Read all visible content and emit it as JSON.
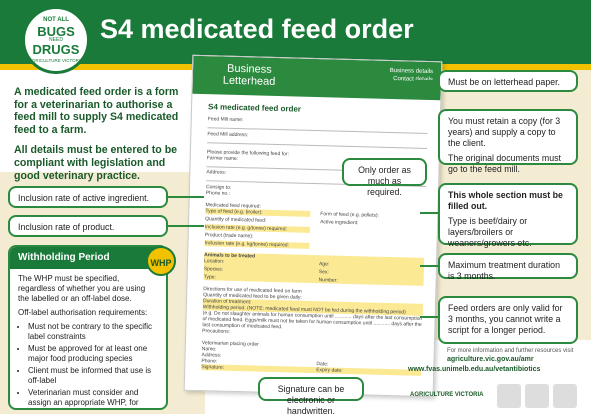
{
  "header": {
    "title": "S4 medicated feed order"
  },
  "logo": {
    "line1": "NOT ALL",
    "line2": "BUGS",
    "line3": "NEED",
    "line4": "DRUGS",
    "line5": "AGRICULTURE VICTORIA"
  },
  "intro": {
    "p1": "A medicated feed order is a form for a veterinarian to authorise a feed mill to supply S4 medicated feed to a farm.",
    "p2": "All details must be entered to be compliant with legislation and good veterinary practice."
  },
  "left_callouts": [
    "Inclusion rate of active ingredient.",
    "Inclusion rate of product."
  ],
  "whp": {
    "title": "Withholding Period",
    "badge": "WHP",
    "p1": "The WHP must be specified, regardless of whether you are using the labelled or an off-label dose.",
    "p2": "Off-label authorisation requirements:",
    "bullets": [
      "Must not be contrary to the specific label constraints",
      "Must be approved for at least one major food producing species",
      "Client must be informed that use is off-label",
      "Veterinarian must consider and assign an appropriate WHP, for which they are legally responsible if that proves to be inadequate."
    ]
  },
  "right_callouts": {
    "letterhead": "Must be on letterhead paper.",
    "copy": "You must retain a copy (for 3 years) and supply a copy to the client.",
    "original": "The original documents must go to the feed mill.",
    "section_title": "This whole section must be filled out.",
    "section_body": "Type is beef/dairy or layers/broilers or weaners/growers etc.",
    "max_treatment": "Maximum treatment duration is 3 months.",
    "validity": "Feed orders are only valid for 3 months, you cannot write a script for a longer period.",
    "only_order": "Only order as much as required.",
    "signature": "Signature can be electronic or handwritten."
  },
  "form": {
    "head_title_1": "Business",
    "head_title_2": "Letterhead",
    "head_right_1": "Business details",
    "head_right_2": "Contact details",
    "title": "S4 medicated feed order",
    "feed_mill_name": "Feed Mill name:",
    "feed_mill_address": "Feed Mill address:",
    "provide": "Please provide the following feed for:",
    "farmer_name": "Farmer name:",
    "address": "Address:",
    "consign_to": "Consign to:",
    "phone": "Phone no.:",
    "medicated_feed_required": "Medicated feed required:",
    "type_of_feed": "Type of feed (e.g. broiler):",
    "qty_feed": "Quantity of medicated feed:",
    "inclusion_rate": "Inclusion rate (e.g. g/tonne) required:",
    "product_name": "Product (trade name):",
    "inclusion_rate2": "Inclusion rate (e.g. kg/tonne) required:",
    "form_of_feed": "Form of feed (e.g. pellets):",
    "active_ingredient": "Active ingredient:",
    "animals_treated": "Animals to be treated",
    "location": "Location:",
    "species": "Species:",
    "type": "Type:",
    "age": "Age:",
    "sex": "Sex:",
    "number": "Number:",
    "directions": "Directions for use of medicated feed on farm",
    "qty_daily": "Quantity of medicated feed to be given daily:",
    "duration": "Duration of treatment:",
    "withholding": "Withholding period:",
    "whp_note": "(NOTE: medicated feed must NOT be fed during the withholding period)",
    "whp_example": "(e.g. Do not slaughter animals for human consumption until ............ days after the last consumption of medicated feed. Eggs/milk must not be taken for human consumption until ............ days after the last consumption of medicated feed.",
    "precautions": "Precautions:",
    "vet_placing": "Veterinarian placing order",
    "vet_name": "Name:",
    "vet_address": "Address:",
    "vet_phone": "Phone:",
    "date": "Date:",
    "expiry": "Expiry date:",
    "signature": "Signature:"
  },
  "footer": {
    "more_info": "For more information and further resources visit",
    "url1": "agriculture.vic.gov.au/amr",
    "url2": "www.fvas.unimelb.edu.au/vetantibiotics",
    "logo1": "AGRICULTURE VICTORIA"
  }
}
